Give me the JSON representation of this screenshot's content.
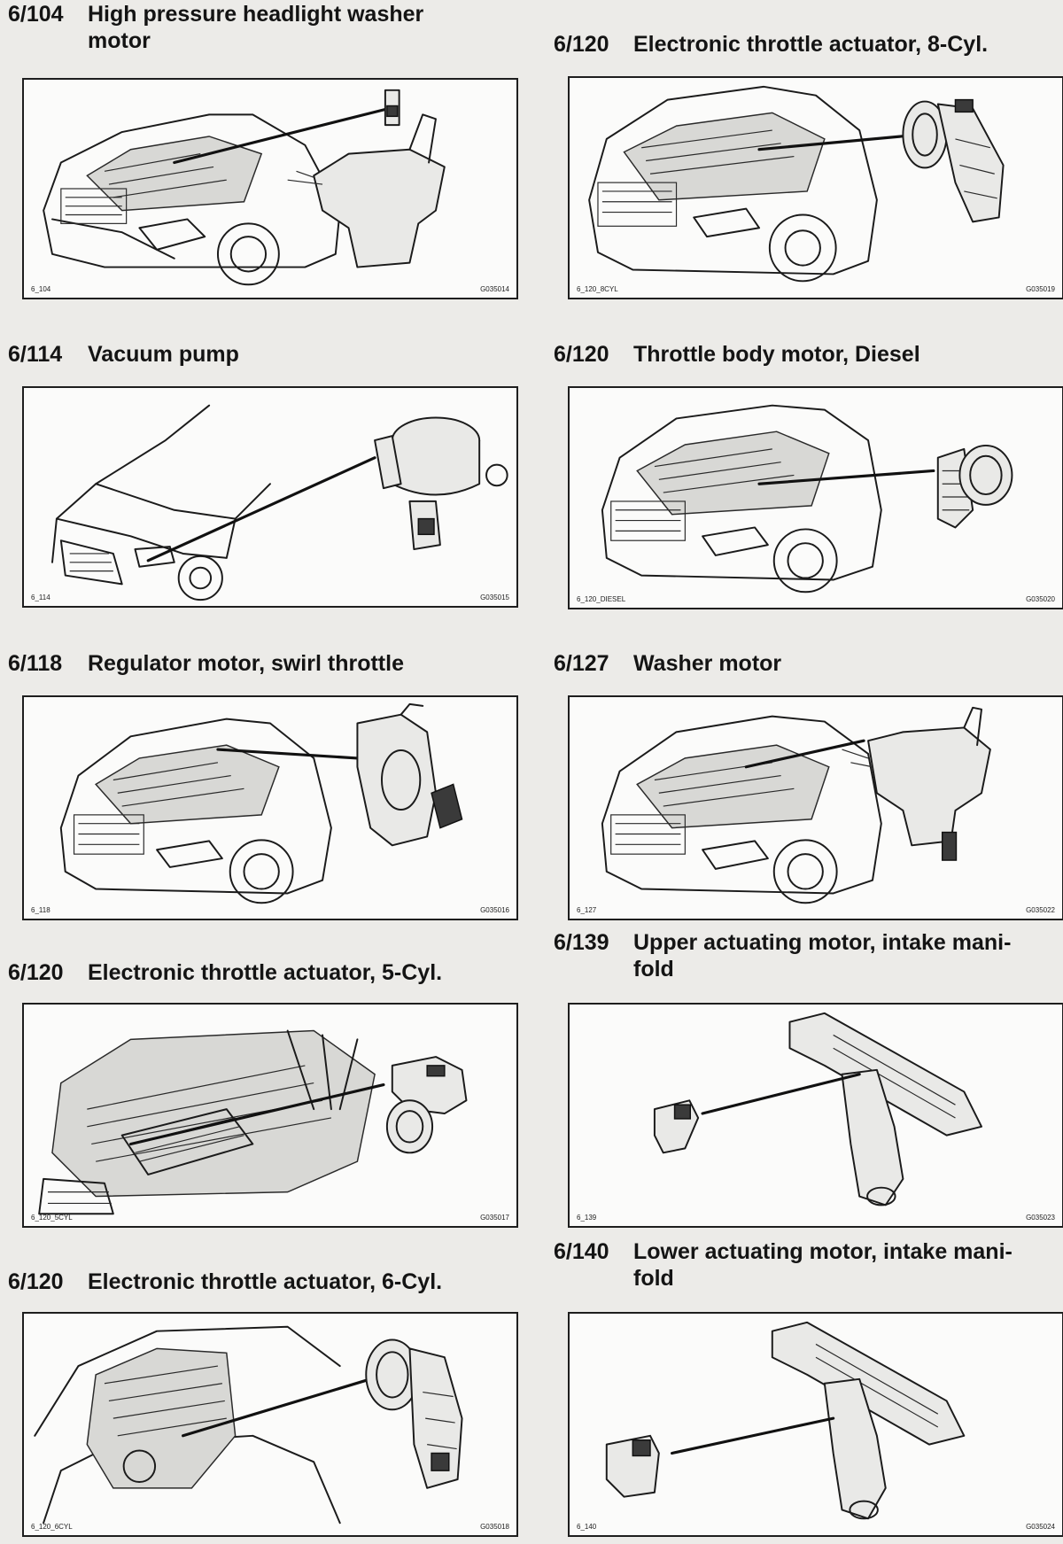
{
  "entries": [
    {
      "code": "6/104",
      "title_lines": [
        "High pressure headlight washer",
        "motor"
      ],
      "figure_id": "6_104",
      "ref": "G035014"
    },
    {
      "code": "6/114",
      "title_lines": [
        "Vacuum pump",
        ""
      ],
      "figure_id": "6_114",
      "ref": "G035015"
    },
    {
      "code": "6/118",
      "title_lines": [
        "Regulator motor, swirl throttle",
        ""
      ],
      "figure_id": "6_118",
      "ref": "G035016"
    },
    {
      "code": "6/120",
      "title_lines": [
        "Electronic throttle actuator, 5-Cyl.",
        ""
      ],
      "figure_id": "6_120_5CYL",
      "ref": "G035017"
    },
    {
      "code": "6/120",
      "title_lines": [
        "Electronic throttle actuator, 6-Cyl.",
        ""
      ],
      "figure_id": "6_120_6CYL",
      "ref": "G035018"
    },
    {
      "code": "6/120",
      "title_lines": [
        "Electronic throttle actuator, 8-Cyl.",
        ""
      ],
      "figure_id": "6_120_8CYL",
      "ref": "G035019"
    },
    {
      "code": "6/120",
      "title_lines": [
        "Throttle body motor, Diesel",
        ""
      ],
      "figure_id": "6_120_DIESEL",
      "ref": "G035020"
    },
    {
      "code": "6/127",
      "title_lines": [
        "Washer motor",
        ""
      ],
      "figure_id": "6_127",
      "ref": "G035022"
    },
    {
      "code": "6/139",
      "title_lines": [
        "Upper actuating motor,  intake mani-",
        "fold"
      ],
      "figure_id": "6_139",
      "ref": "G035023"
    },
    {
      "code": "6/140",
      "title_lines": [
        "Lower actuating motor,  intake mani-",
        "fold"
      ],
      "figure_id": "6_140",
      "ref": "G035024"
    }
  ]
}
